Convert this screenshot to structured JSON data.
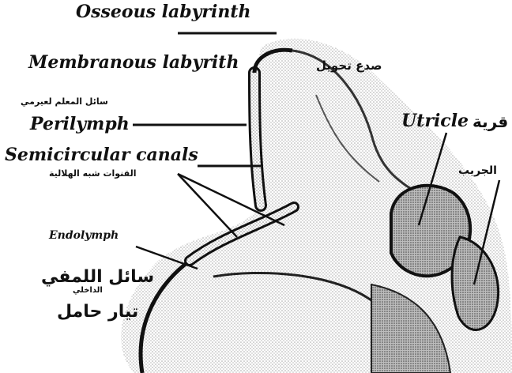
{
  "labels": {
    "osseous": "Osseous labyrinth",
    "membranous": "Membranous labyrith",
    "perilymph_ar": "سائل المعلم لعيرمي",
    "perilymph": "Perilymph",
    "semicircular": "Semicircular canals",
    "semicircular_ar": "القنوات شبه الهلالية",
    "endolymph": "Endolymph",
    "endolymph_ar": "سائل اللمفي",
    "endolymph_ar_small": "الداخلي",
    "current_ar": "تيار حامل",
    "crack_ar": "صدع تحويل",
    "utricle": "Utricle",
    "utricle_ar": "قرية",
    "saccule_ar": "الجريب"
  },
  "colors": {
    "ink": "#111111",
    "stipple": "#8a8a8a",
    "background": "#ffffff"
  }
}
